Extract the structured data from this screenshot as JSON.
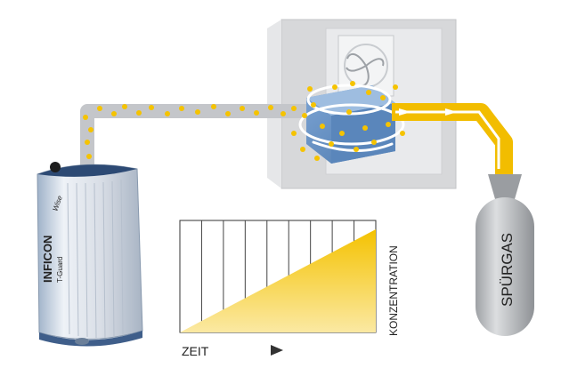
{
  "device": {
    "brand": "INFICON",
    "model": "T-Guard",
    "badge": "Wise"
  },
  "tank": {
    "label": "SPÜRGAS"
  },
  "graph": {
    "xlabel": "ZEIT",
    "ylabel": "KONZENTRATION"
  },
  "chart_data": {
    "type": "area",
    "x": [
      0,
      1
    ],
    "y": [
      0,
      1
    ],
    "xlabel": "ZEIT",
    "ylabel": "KONZENTRATION",
    "grid": true
  },
  "colors": {
    "gas": "#f5c300",
    "gas_dark": "#e6a800",
    "pipe": "#c4c6ca",
    "chamber": "#d9dadc",
    "test_part": "#6b96c8",
    "tank": "#b9bcc0"
  }
}
